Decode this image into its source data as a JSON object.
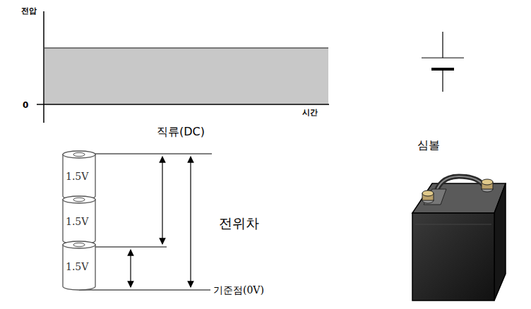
{
  "diagram": {
    "nodes": [
      {
        "text": [
          "1.5V"
        ]
      },
      {
        "text": [
          "1.5V"
        ]
      },
      {
        "text": [
          "1.5V"
        ]
      }
    ],
    "labels": [
      "전압",
      "0",
      "시간",
      "직류(DC)",
      "심볼",
      "전위차",
      "기준점(0V)"
    ]
  }
}
